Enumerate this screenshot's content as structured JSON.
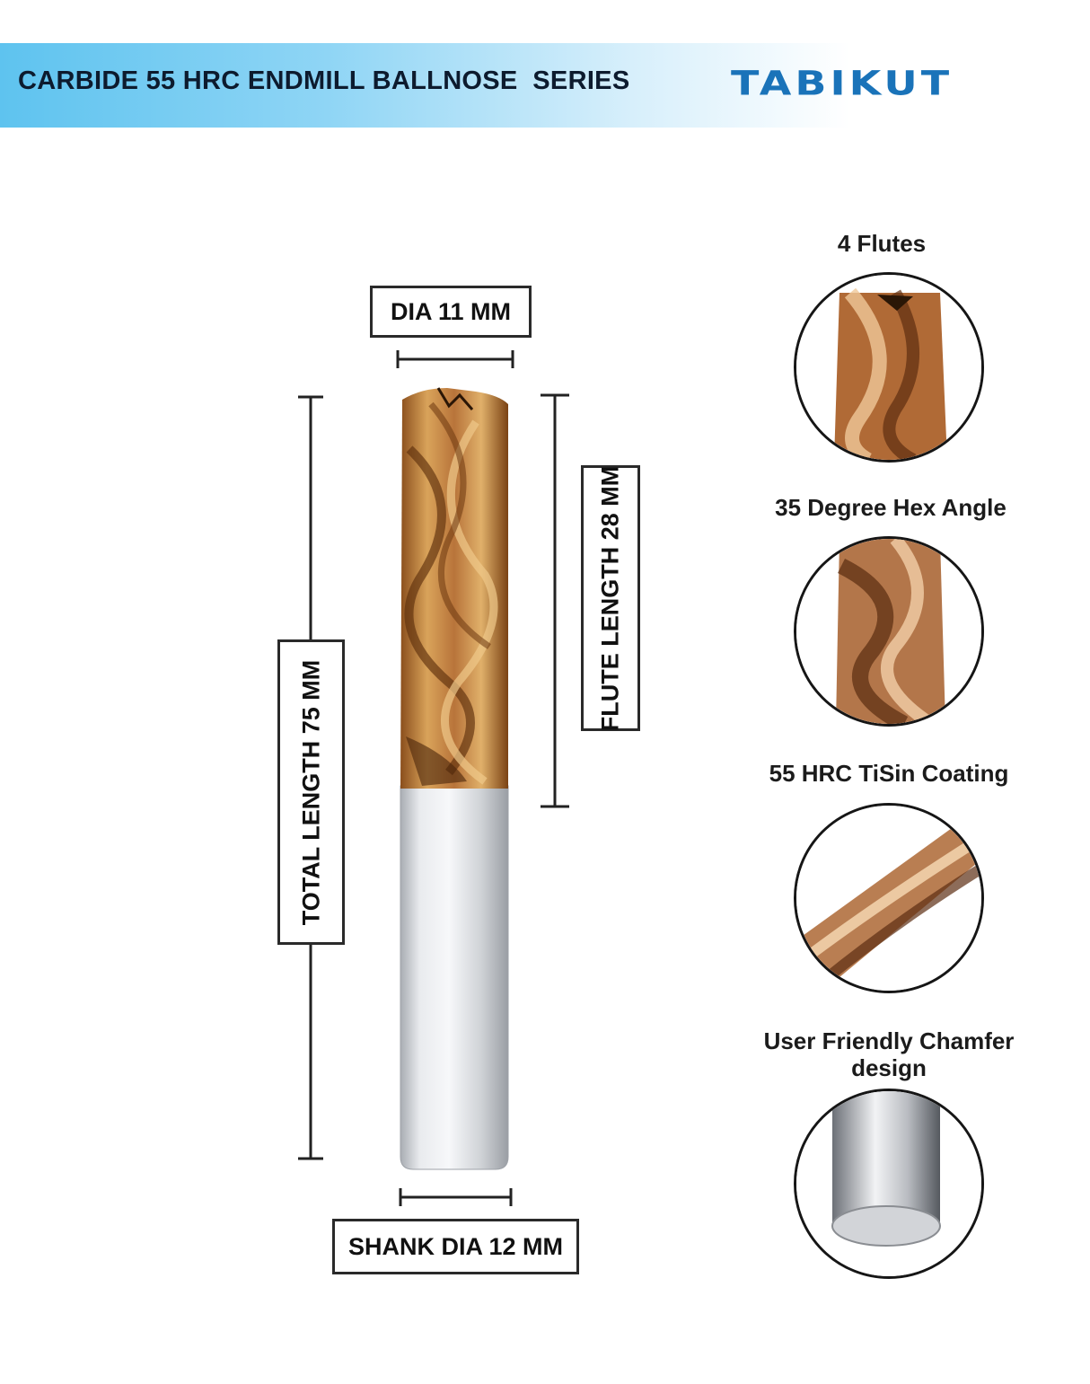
{
  "header": {
    "title": "CARBIDE 55 HRC ENDMILL BALLNOSE  SERIES",
    "brand_logo": "TABIKUT",
    "brand_color": "#1a73b9"
  },
  "dimensions": {
    "dia": "DIA 11 MM",
    "flute_length": "FLUTE LENGTH 28 MM",
    "total_length": "TOTAL LENGTH 75 MM",
    "shank_dia": "SHANK DIA 12 MM"
  },
  "features": [
    {
      "title": "4 Flutes",
      "icon": "flute-tip-closeup"
    },
    {
      "title": "35 Degree Hex Angle",
      "icon": "helix-closeup"
    },
    {
      "title": "55 HRC TiSin Coating",
      "icon": "coating-closeup"
    },
    {
      "title": "User Friendly Chamfer design",
      "icon": "chamfer-shank-closeup"
    }
  ],
  "colors": {
    "coating_bronze": "#b8743a",
    "coating_gold": "#d9a35a",
    "shank_silver": "#c9ccd1"
  }
}
